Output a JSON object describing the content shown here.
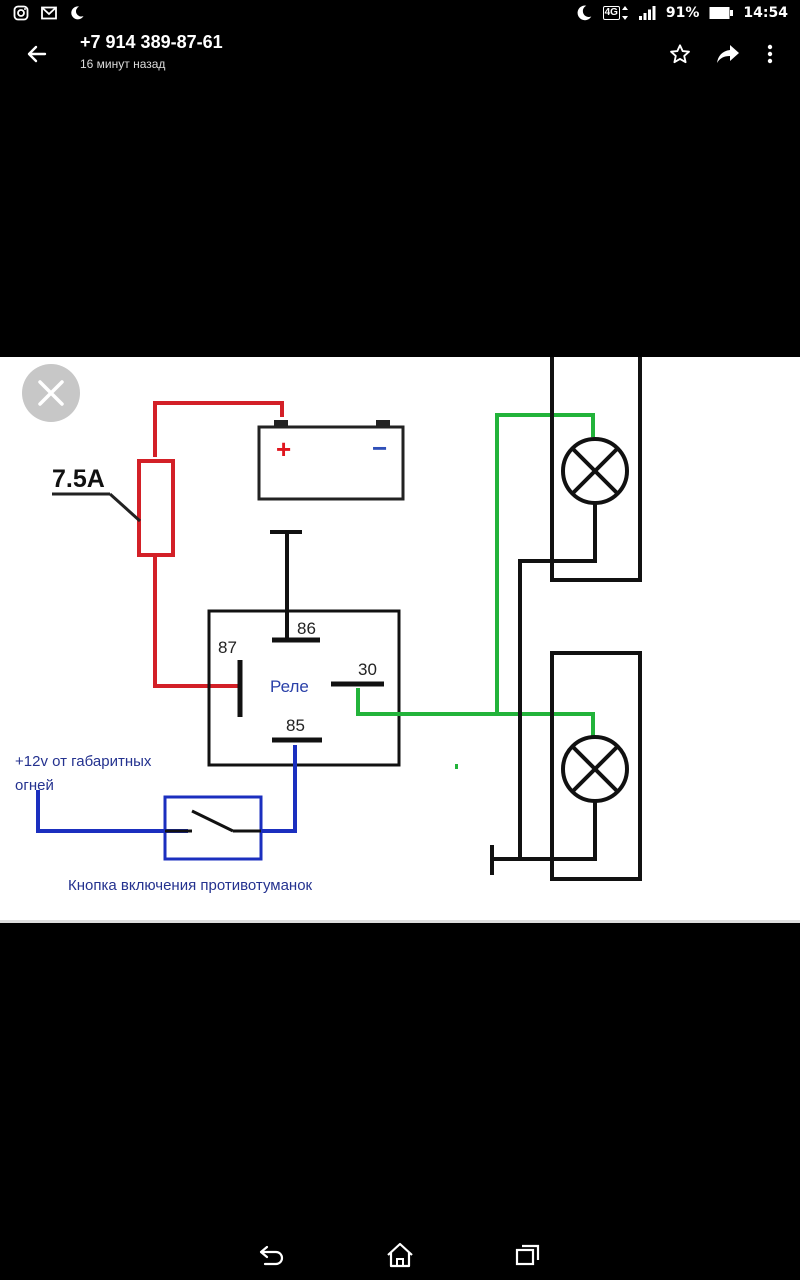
{
  "status_bar": {
    "battery": "91%",
    "network": "4G",
    "time": "14:54"
  },
  "header": {
    "title": "+7 914 389-87-61",
    "subtitle": "16 минут назад"
  },
  "diagram": {
    "fuse_label": "7.5A",
    "plus_sign": "+",
    "minus_sign": "−",
    "relay_label": "Реле",
    "pin_86": "86",
    "pin_87": "87",
    "pin_30": "30",
    "pin_85": "85",
    "source_line1": "+12v от габаритных",
    "source_line2": "огней",
    "switch_caption": "Кнопка включения противотуманок"
  },
  "colors": {
    "red_wire": "#d32027",
    "green_wire": "#22b33a",
    "blue_wire": "#1b2fbf",
    "plus_color": "#e0161e",
    "minus_color": "#2f4fb8",
    "caption_color": "#24328f"
  }
}
